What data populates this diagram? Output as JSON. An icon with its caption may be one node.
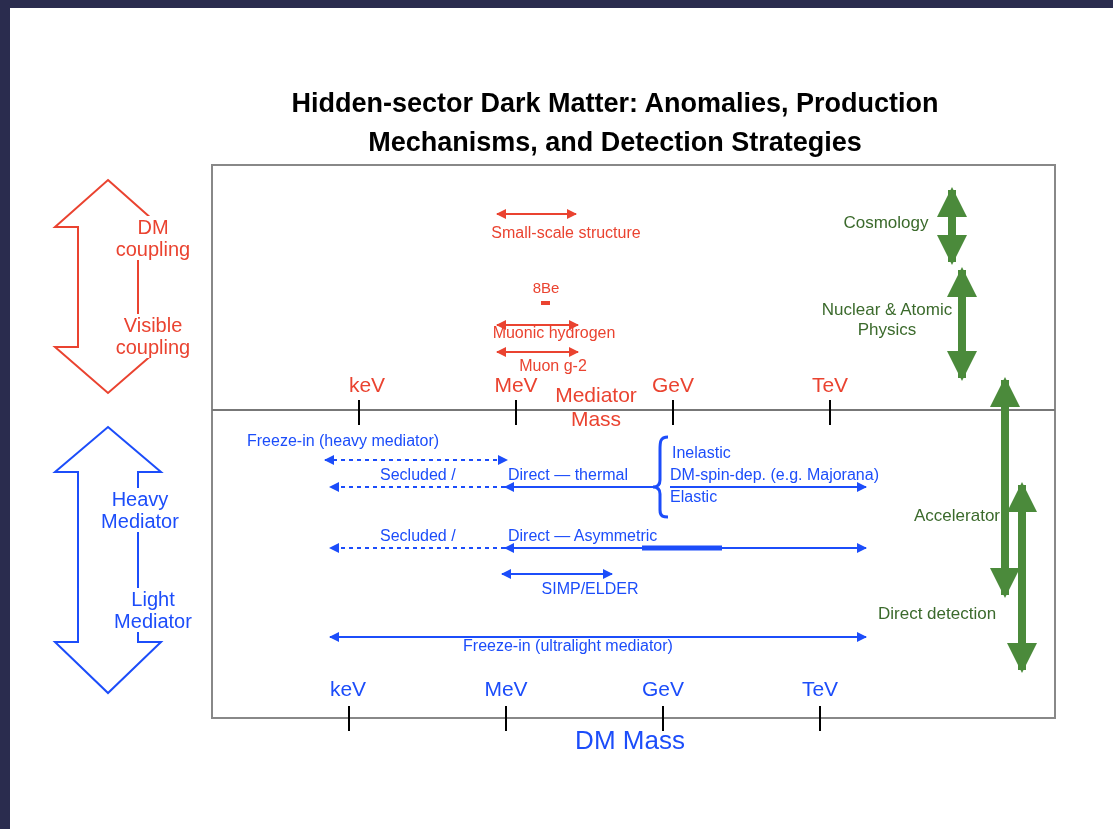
{
  "diagram": {
    "title": "Hidden-sector Dark Matter: Anomalies, Production Mechanisms, and Detection Strategies",
    "nodes": [
      {
        "text": [
          "DM coupling",
          "Visible coupling"
        ]
      },
      {
        "text": [
          "Heavy Mediator",
          "Light Mediator"
        ]
      }
    ],
    "labels": [
      "Small-scale structure",
      "Cosmology",
      "8Be",
      "Nuclear & Atomic Physics",
      "Muonic hydrogen",
      "Muon g-2",
      "keV",
      "MeV",
      "Mediator Mass",
      "GeV",
      "TeV",
      "Freeze-in (heavy mediator)",
      "Inelastic",
      "Secluded /",
      "Direct — thermal",
      "DM-spin-dep. (e.g. Majorana)",
      "Elastic",
      "Accelerator",
      "Secluded /",
      "Direct — Asymmetric",
      "SIMP/ELDER",
      "Direct detection",
      "Freeze-in (ultralight mediator)",
      "keV",
      "MeV",
      "GeV",
      "TeV",
      "DM Mass"
    ]
  }
}
